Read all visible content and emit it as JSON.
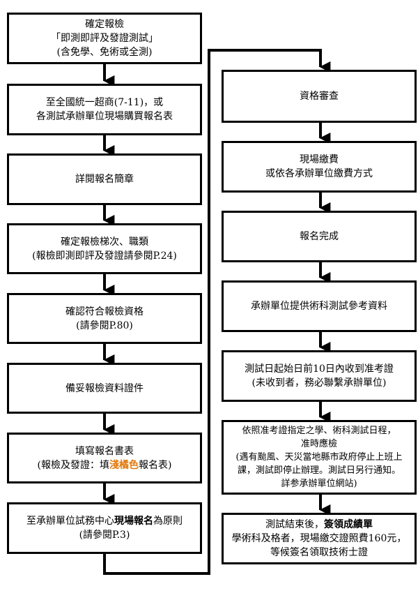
{
  "left_steps": [
    {
      "lines": [
        "確定報檢",
        "「即測即評及發證測試」",
        "(含免學、免術或全測)"
      ]
    },
    {
      "lines": [
        "至全國統一超商(7-11)，或",
        "各測試承辦單位現場購買報名表"
      ]
    },
    {
      "lines": [
        "詳閱報名簡章"
      ]
    },
    {
      "lines": [
        "確定報檢梯次、職類",
        "(報檢即測即評及發證請參閱P.24)"
      ]
    },
    {
      "lines": [
        "確認符合報檢資格",
        "(請參閱P.80)"
      ]
    },
    {
      "lines": [
        "備妥報檢資料證件"
      ]
    },
    {
      "line1": "填寫報名書表",
      "line2_pre": "(報檢及發證：填",
      "line2_hl": "淺橘色",
      "line2_post": "報名表)"
    },
    {
      "line1_pre": "至承辦單位試務中心",
      "line1_bold": "現場報名",
      "line1_post": "為原則",
      "line2": "(請參閱P.3)"
    }
  ],
  "right_steps": [
    {
      "lines": [
        "資格審查"
      ]
    },
    {
      "lines": [
        "現場繳費",
        "或依各承辦單位繳費方式"
      ]
    },
    {
      "lines": [
        "報名完成"
      ]
    },
    {
      "lines": [
        "承辦單位提供術科測試參考資料"
      ]
    },
    {
      "lines": [
        "測試日起始日前10日內收到准考證",
        "(未收到者，務必聯繫承辦單位)"
      ]
    },
    {
      "lines": [
        "依照准考證指定之學、術科測試日程，",
        "准時應檢",
        "(遇有颱風、天災當地縣市政府停止上班上",
        "課，測試即停止辦理。測試日另行通知。",
        "詳参承辦單位網站)"
      ]
    },
    {
      "line1_pre": "測試結束後，",
      "line1_bold": "簽領成績單",
      "line2": "學術科及格者，現場繳交證照費160元，",
      "line3": "等候簽名領取技術士證"
    }
  ],
  "colors": {
    "border": "#000000",
    "highlight": "#e07a10",
    "background": "#ffffff"
  }
}
